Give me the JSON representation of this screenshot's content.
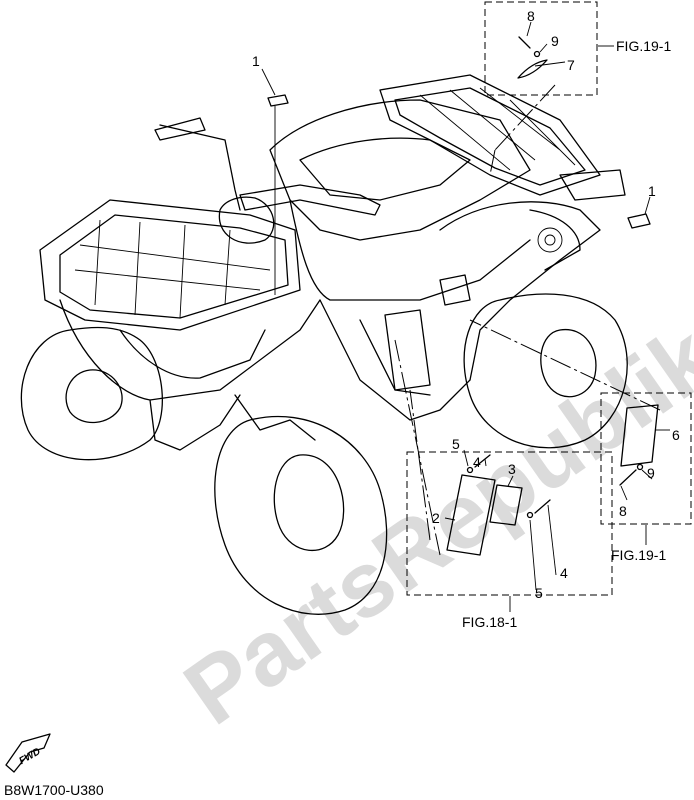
{
  "callouts": {
    "c1a": "1",
    "c1b": "1",
    "c2": "2",
    "c3": "3",
    "c4a": "4",
    "c4b": "4",
    "c5a": "5",
    "c5b": "5",
    "c6": "6",
    "c7": "7",
    "c8a": "8",
    "c8b": "8",
    "c9a": "9",
    "c9b": "9"
  },
  "figure_refs": {
    "fig19_top": "FIG.19-1",
    "fig19_right": "FIG.19-1",
    "fig18": "FIG.18-1"
  },
  "fwd_label": "FWD",
  "diagram_code": "B8W1700-U380",
  "watermark": "PartsRepublik"
}
